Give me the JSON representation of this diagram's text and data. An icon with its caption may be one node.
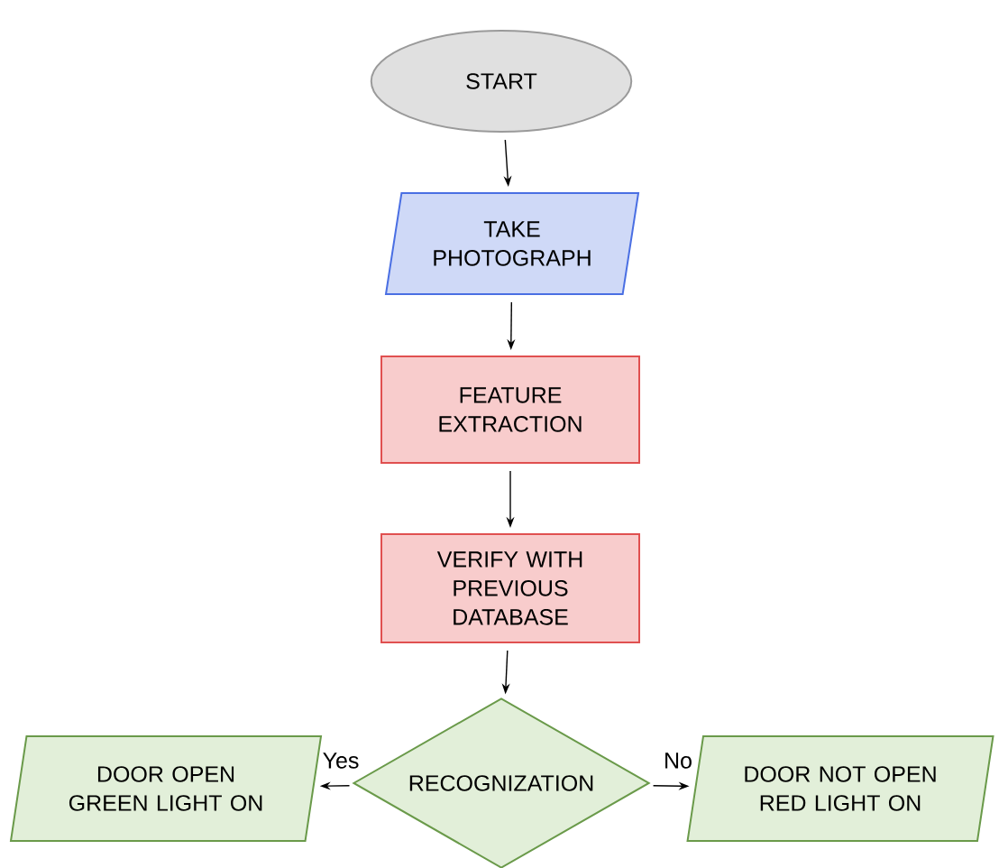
{
  "diagram": {
    "nodes": [
      {
        "text": [
          "START"
        ]
      },
      {
        "text": [
          "TAKE PHOTOGRAPH"
        ]
      },
      {
        "text": [
          "FEATURE EXTRACTION"
        ]
      },
      {
        "text": [
          "VERIFY WITH PREVIOUS DATABASE"
        ]
      },
      {
        "text": [
          "RECOGNIZATION"
        ]
      },
      {
        "text": [
          "DOOR OPEN GREEN LIGHT ON"
        ]
      },
      {
        "text": [
          "DOOR NOT OPEN RED LIGHT ON"
        ]
      }
    ],
    "edges": [
      {
        "from": 0,
        "to": 1,
        "arrow": "to"
      },
      {
        "from": 1,
        "to": 2,
        "arrow": "to"
      },
      {
        "from": 2,
        "to": 3,
        "arrow": "to"
      },
      {
        "from": 3,
        "to": 4,
        "arrow": "to"
      },
      {
        "from": 4,
        "to": 5,
        "arrow": "to",
        "label": "Yes"
      },
      {
        "from": 4,
        "to": 6,
        "arrow": "to",
        "label": "No"
      }
    ]
  }
}
